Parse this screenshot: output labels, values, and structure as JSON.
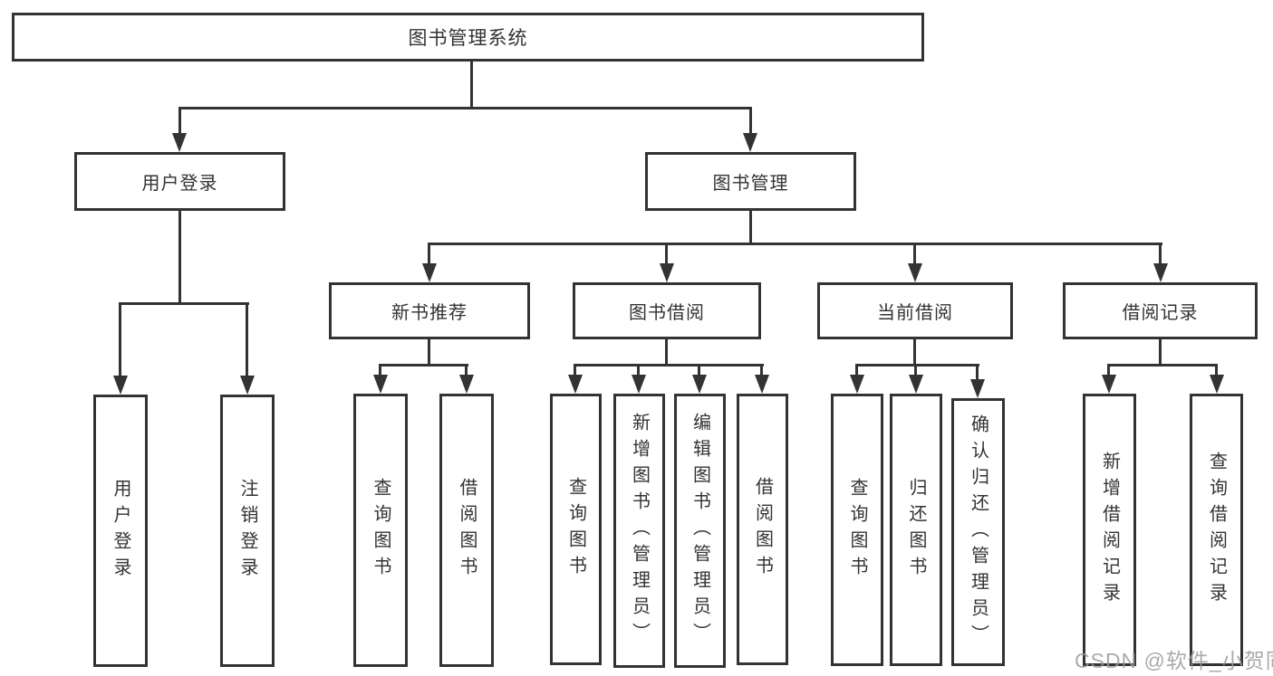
{
  "diagram": {
    "root": {
      "label": "图书管理系统"
    },
    "user_branch": {
      "label": "用户登录",
      "children": [
        {
          "label": "用户登录"
        },
        {
          "label": "注销登录"
        }
      ]
    },
    "mgmt_branch": {
      "label": "图书管理",
      "groups": [
        {
          "label": "新书推荐",
          "children": [
            {
              "label": "查询图书"
            },
            {
              "label": "借阅图书"
            }
          ]
        },
        {
          "label": "图书借阅",
          "children": [
            {
              "label": "查询图书"
            },
            {
              "label": "新增图书（管理员）"
            },
            {
              "label": "编辑图书（管理员）"
            },
            {
              "label": "借阅图书"
            }
          ]
        },
        {
          "label": "当前借阅",
          "children": [
            {
              "label": "查询图书"
            },
            {
              "label": "归还图书"
            },
            {
              "label": "确认归还（管理员）"
            }
          ]
        },
        {
          "label": "借阅记录",
          "children": [
            {
              "label": "新增借阅记录"
            },
            {
              "label": "查询借阅记录"
            }
          ]
        }
      ]
    }
  },
  "watermark": {
    "text": "CSDN @软件_小贺同学"
  },
  "colors": {
    "line": "#333333",
    "text": "#333333",
    "watermark": "#9c9c9c",
    "background": "#ffffff"
  }
}
